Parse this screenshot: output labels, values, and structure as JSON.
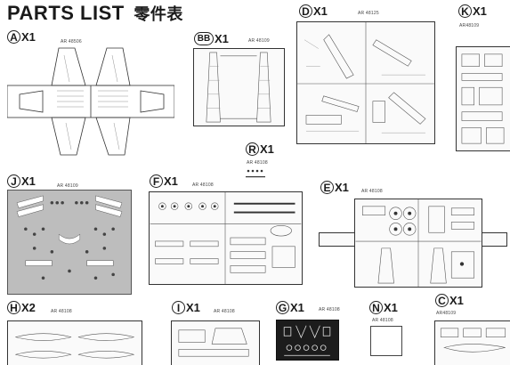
{
  "header": {
    "title": "PARTS LIST",
    "title_cn": "零件表"
  },
  "sprues": {
    "A": {
      "letter": "A",
      "qty": "X1",
      "code": "AR 48506"
    },
    "BB": {
      "letter": "BB",
      "qty": "X1",
      "code": "AR 48109"
    },
    "D": {
      "letter": "D",
      "qty": "X1",
      "code": "AR 48125"
    },
    "K": {
      "letter": "K",
      "qty": "X1",
      "code": "AR48109"
    },
    "R": {
      "letter": "R",
      "qty": "X1",
      "code": "AR 48108"
    },
    "J": {
      "letter": "J",
      "qty": "X1",
      "code": "AR 48109"
    },
    "F": {
      "letter": "F",
      "qty": "X1",
      "code": "AR 48108"
    },
    "E": {
      "letter": "E",
      "qty": "X1",
      "code": "AR 48108"
    },
    "H": {
      "letter": "H",
      "qty": "X2",
      "code": "AR 48108"
    },
    "I": {
      "letter": "I",
      "qty": "X1",
      "code": "AR 48108"
    },
    "G": {
      "letter": "G",
      "qty": "X1",
      "code": "AR 48108"
    },
    "N": {
      "letter": "N",
      "qty": "X1",
      "code": "AR 48108"
    },
    "C": {
      "letter": "C",
      "qty": "X1",
      "code": "AR48109"
    }
  },
  "colors": {
    "ink": "#222222",
    "sprue_line": "#555555",
    "etch": "#1c1c1c",
    "etch_part": "#e8e8e8"
  }
}
